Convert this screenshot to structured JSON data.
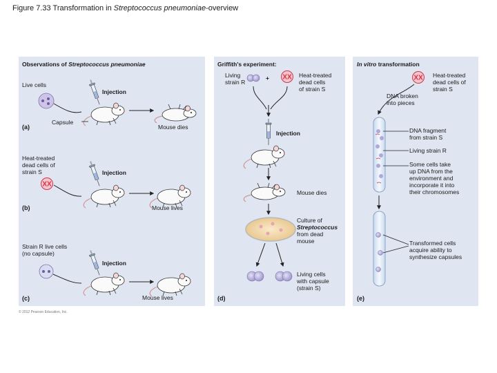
{
  "title": {
    "prefix": "Figure 7.33 Transformation in ",
    "species": "Streptococcus pneumoniae",
    "suffix": "-overview"
  },
  "observations": {
    "heading_prefix": "Observations of ",
    "heading_species": "Streptococcus pneumoniae",
    "a": {
      "live_cells": "Live cells",
      "injection": "Injection",
      "capsule": "Capsule",
      "result": "Mouse dies",
      "label": "(a)"
    },
    "b": {
      "line1": "Heat-treated",
      "line2": "dead cells of",
      "line3": "strain S",
      "injection": "Injection",
      "result": "Mouse lives",
      "label": "(b)"
    },
    "c": {
      "line1": "Strain R live cells",
      "line2": "(no capsule)",
      "injection": "Injection",
      "result": "Mouse lives",
      "label": "(c)"
    }
  },
  "griffith": {
    "heading": "Griffith's experiment:",
    "living_line1": "Living",
    "living_line2": "strain R",
    "plus": "+",
    "heat_line1": "Heat-treated",
    "heat_line2": "dead cells",
    "heat_line3": "of strain S",
    "injection": "Injection",
    "mouse_dies": "Mouse dies",
    "culture_line1": "Culture of",
    "culture_line2": "Streptococcus",
    "culture_line3": "from dead",
    "culture_line4": "mouse",
    "living_caps_line1": "Living cells",
    "living_caps_line2": "with capsule",
    "living_caps_line3": "(strain S)",
    "label": "(d)"
  },
  "vitro": {
    "heading_italic": "In vitro",
    "heading_rest": " transformation",
    "heat_line1": "Heat-treated",
    "heat_line2": "dead cells of",
    "heat_line3": "strain S",
    "dna_line1": "DNA broken",
    "dna_line2": "into pieces",
    "frag_line1": "DNA fragment",
    "frag_line2": "from strain S",
    "living_r": "Living strain R",
    "take_line1": "Some cells take",
    "take_line2": "up DNA from the",
    "take_line3": "environment and",
    "take_line4": "incorporate it into",
    "take_line5": "their chromosomes",
    "trans_line1": "Transformed cells",
    "trans_line2": "acquire ability to",
    "trans_line3": "synthesize capsules",
    "label": "(e)"
  },
  "copyright": "© 2012 Pearson Education, Inc.",
  "colors": {
    "panel_bg": "#dfe6f1",
    "chromosome_red": "#d0344a",
    "cell_purple": "#b9b4dc",
    "arrow": "#222222"
  }
}
